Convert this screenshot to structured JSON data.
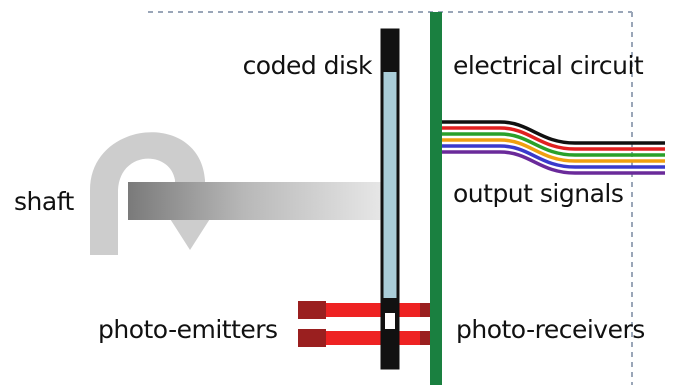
{
  "labels": {
    "coded_disk": "coded disk",
    "electrical_circuit": "electrical circuit",
    "shaft": "shaft",
    "output_signals": "output signals",
    "photo_emitters": "photo-emitters",
    "photo_receivers": "photo-receivers"
  },
  "colors": {
    "circuit_board": "#1a8040",
    "disk_fill": "#a9cdd8",
    "disk_edge": "#111111",
    "emitter_beam": "#ee2222",
    "emitter_body": "#9a1f1f",
    "shaft_dark": "#7a7a7a",
    "shaft_light": "#e8e8e8",
    "rotation_arrow": "#c8c8c8",
    "dashed_border": "#9aa6b8"
  },
  "signal_wires": [
    {
      "color": "#111111"
    },
    {
      "color": "#e02020"
    },
    {
      "color": "#2aa02a"
    },
    {
      "color": "#f0a010"
    },
    {
      "color": "#3a3acc"
    },
    {
      "color": "#6a2a9a"
    }
  ]
}
